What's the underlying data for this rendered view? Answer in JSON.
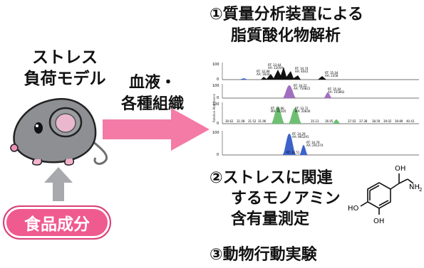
{
  "mouse_model": {
    "line1": "ストレス",
    "line2": "負荷モデル"
  },
  "sample": {
    "line1": "血液・",
    "line2": "各種組織"
  },
  "food": {
    "label": "食品成分"
  },
  "steps": {
    "step1": {
      "line1": "①質量分析装置による",
      "line2": "脂質酸化物解析"
    },
    "step2": {
      "line1": "②ストレスに関連",
      "line2": "するモノアミン",
      "line3": "含有量測定"
    },
    "step3": {
      "line1": "③動物行動実験"
    }
  },
  "molecule_labels": {
    "oh_top": "OH",
    "nh2": "NH",
    "nh2_sub": "2",
    "ho_left": "HO",
    "oh_bottom": "OH"
  },
  "chromatogram_labels": {
    "y_100a": "100",
    "y_0a": "0",
    "y_100b": "100",
    "y_0b": "0",
    "y_100c": "100",
    "y_0c": "0",
    "y_100d": "100",
    "y_0d": "0",
    "p1": "RT: 33.64",
    "p1b": "AA: 12059",
    "p2": "RT: 34.74",
    "p2b": "AA: 4043",
    "p3": "RT: 35.04",
    "p3b": "AA: 2358",
    "p4": "RT: 32.98",
    "p4b": "AA: 1834",
    "p5": "RT: 34.22",
    "p5b": "AA: 750821",
    "p6": "RT: 35.04",
    "p6b": "AA: 155862",
    "p7": "RT: 32.96",
    "p7b": "MA: 91505",
    "p8": "RT: 33.72",
    "p8b": "MA: 20830",
    "p9": "RT: 34.29",
    "p9b": "AA: 965291",
    "p10": "RT: 34.79",
    "p10b": "AA: 291374",
    "p11": "RT: 34.51",
    "x1": "30.62",
    "x2": "31.08",
    "x3": "31.52",
    "x4": "31.96",
    "x5": "35.13",
    "x6": "36.05",
    "x7": "37.02",
    "x8": "37.38",
    "x9": "38.59",
    "x10": "39.02",
    "x11": "39.89",
    "x12": "40.41",
    "ylab": "Relative Abundance"
  },
  "colors": {
    "arrow_pink": "#f37ba6",
    "food_pill": "#ef5a8f",
    "up_arrow_gray": "#a7a9ac",
    "mouse_gray": "#8d8f93",
    "peak_black": "#111111",
    "peak_purple": "#a06fc0",
    "peak_green": "#6fbf73",
    "peak_blue": "#3d62c9"
  }
}
